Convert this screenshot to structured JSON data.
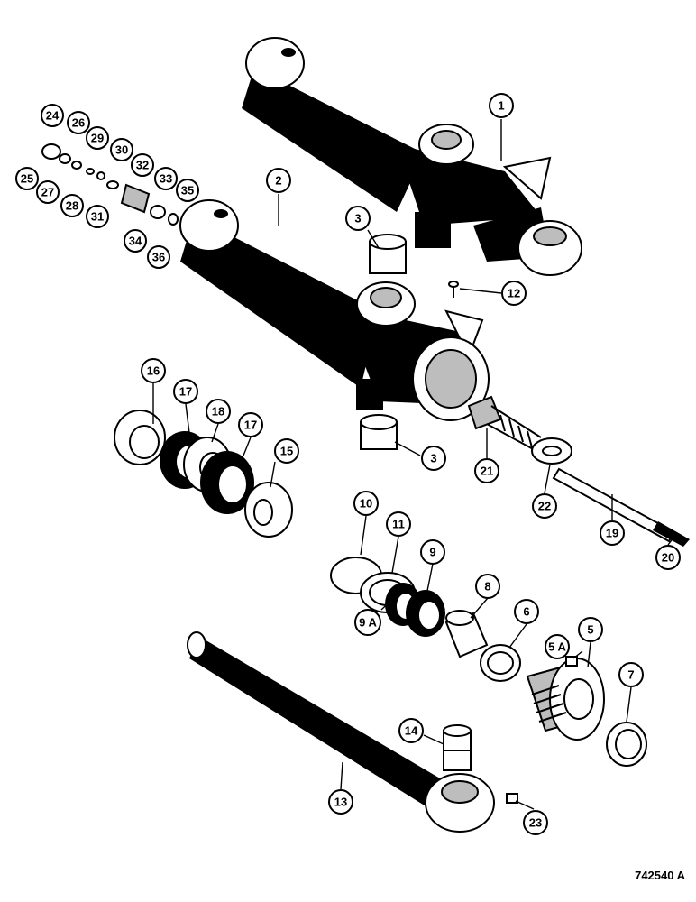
{
  "figure_code": "742540 A",
  "callouts": [
    {
      "id": "c1",
      "label": "1"
    },
    {
      "id": "c2",
      "label": "2"
    },
    {
      "id": "c3a",
      "label": "3"
    },
    {
      "id": "c3b",
      "label": "3"
    },
    {
      "id": "c5",
      "label": "5"
    },
    {
      "id": "c5a",
      "label": "5 A"
    },
    {
      "id": "c6",
      "label": "6"
    },
    {
      "id": "c7",
      "label": "7"
    },
    {
      "id": "c8",
      "label": "8"
    },
    {
      "id": "c9",
      "label": "9"
    },
    {
      "id": "c9a",
      "label": "9 A"
    },
    {
      "id": "c10",
      "label": "10"
    },
    {
      "id": "c11",
      "label": "11"
    },
    {
      "id": "c12",
      "label": "12"
    },
    {
      "id": "c13",
      "label": "13"
    },
    {
      "id": "c14",
      "label": "14"
    },
    {
      "id": "c15",
      "label": "15"
    },
    {
      "id": "c16",
      "label": "16"
    },
    {
      "id": "c17a",
      "label": "17"
    },
    {
      "id": "c17b",
      "label": "17"
    },
    {
      "id": "c18",
      "label": "18"
    },
    {
      "id": "c19",
      "label": "19"
    },
    {
      "id": "c20",
      "label": "20"
    },
    {
      "id": "c21",
      "label": "21"
    },
    {
      "id": "c22",
      "label": "22"
    },
    {
      "id": "c23",
      "label": "23"
    },
    {
      "id": "c24",
      "label": "24"
    },
    {
      "id": "c25",
      "label": "25"
    },
    {
      "id": "c26",
      "label": "26"
    },
    {
      "id": "c27",
      "label": "27"
    },
    {
      "id": "c28",
      "label": "28"
    },
    {
      "id": "c29",
      "label": "29"
    },
    {
      "id": "c30",
      "label": "30"
    },
    {
      "id": "c31",
      "label": "31"
    },
    {
      "id": "c32",
      "label": "32"
    },
    {
      "id": "c33",
      "label": "33"
    },
    {
      "id": "c34",
      "label": "34"
    },
    {
      "id": "c35",
      "label": "35"
    },
    {
      "id": "c36",
      "label": "36"
    }
  ]
}
